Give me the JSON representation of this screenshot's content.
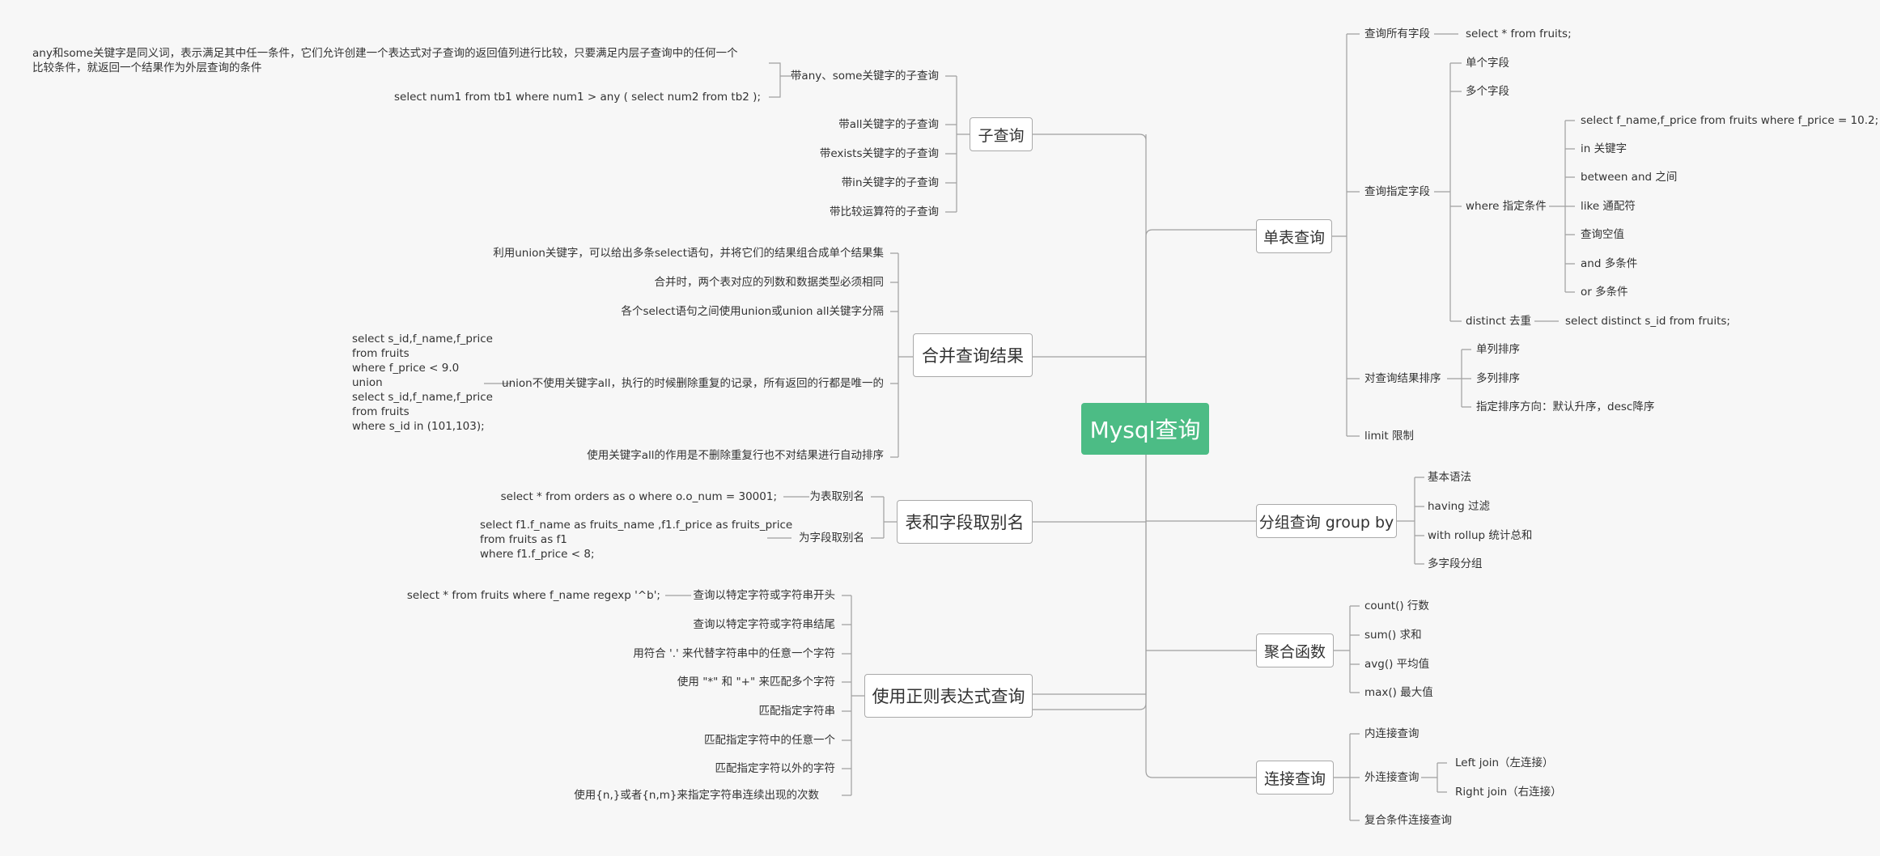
{
  "colors": {
    "root_bg": "#4cbc85",
    "line": "#a0a0a0",
    "background": "#f7f7f7"
  },
  "root": "Mysql查询",
  "left": {
    "subquery": {
      "title": "子查询",
      "any_some": {
        "label": "带any、some关键字的子查询",
        "desc": "any和some关键字是同义词，表示满足其中任一条件，它们允许创建一个表达式对子查询的返回值列进行比较，只要满足内层子查询中的任何一个比较条件，就返回一个结果作为外层查询的条件",
        "example": "select num1 from tb1 where num1 > any ( select num2 from tb2 );"
      },
      "items": [
        "带all关键字的子查询",
        "带exists关键字的子查询",
        "带in关键字的子查询",
        "带比较运算符的子查询"
      ]
    },
    "union": {
      "title": "合并查询结果",
      "items": [
        "利用union关键字，可以给出多条select语句，并将它们的结果组合成单个结果集",
        "合并时，两个表对应的列数和数据类型必须相同",
        "各个select语句之间使用union或union all关键字分隔",
        "union不使用关键字all，执行的时候删除重复的记录，所有返回的行都是唯一的",
        "使用关键字all的作用是不删除重复行也不对结果进行自动排序"
      ],
      "example_lines": [
        "select s_id,f_name,f_price",
        "from fruits",
        "where f_price < 9.0",
        "union",
        "select s_id,f_name,f_price",
        "from fruits",
        "where s_id in (101,103);"
      ]
    },
    "alias": {
      "title": "表和字段取别名",
      "table_label": "为表取别名",
      "table_example": "select * from orders as o where o.o_num = 30001;",
      "field_label": "为字段取别名",
      "field_example_lines": [
        "select f1.f_name as fruits_name ,f1.f_price as fruits_price",
        "from fruits as f1",
        "where f1.f_price < 8;"
      ]
    },
    "regex": {
      "title": "使用正则表达式查询",
      "example": "select * from fruits where f_name regexp '^b';",
      "items": [
        "查询以特定字符或字符串开头",
        "查询以特定字符或字符串结尾",
        "用符合 '.' 来代替字符串中的任意一个字符",
        "使用 \"*\" 和 \"+\" 来匹配多个字符",
        "匹配指定字符串",
        "匹配指定字符中的任意一个",
        "匹配指定字符以外的字符",
        "使用{n,}或者{n,m}来指定字符串连续出现的次数"
      ]
    }
  },
  "right": {
    "single": {
      "title": "单表查询",
      "all_fields": {
        "label": "查询所有字段",
        "example": "select * from fruits;"
      },
      "specified": {
        "label": "查询指定字段",
        "single": "单个字段",
        "multi": "多个字段",
        "where": {
          "label": "where 指定条件",
          "items": [
            "select f_name,f_price from fruits where f_price = 10.2;",
            "in 关键字",
            "between and 之间",
            "like 通配符",
            "查询空值",
            "and 多条件",
            "or 多条件"
          ]
        },
        "distinct": {
          "label": "distinct 去重",
          "example": "select distinct s_id from fruits;"
        }
      },
      "sort": {
        "label": "对查询结果排序",
        "items": [
          "单列排序",
          "多列排序",
          "指定排序方向：默认升序，desc降序"
        ]
      },
      "limit": "limit 限制"
    },
    "group": {
      "title": "分组查询 group by",
      "items": [
        "基本语法",
        "having 过滤",
        "with rollup 统计总和",
        "多字段分组"
      ]
    },
    "aggregate": {
      "title": "聚合函数",
      "items": [
        "count() 行数",
        "sum() 求和",
        "avg() 平均值",
        "max() 最大值"
      ]
    },
    "join": {
      "title": "连接查询",
      "inner": "内连接查询",
      "outer": {
        "label": "外连接查询",
        "items": [
          "Left join（左连接）",
          "Right join（右连接）"
        ]
      },
      "compound": "复合条件连接查询"
    }
  }
}
